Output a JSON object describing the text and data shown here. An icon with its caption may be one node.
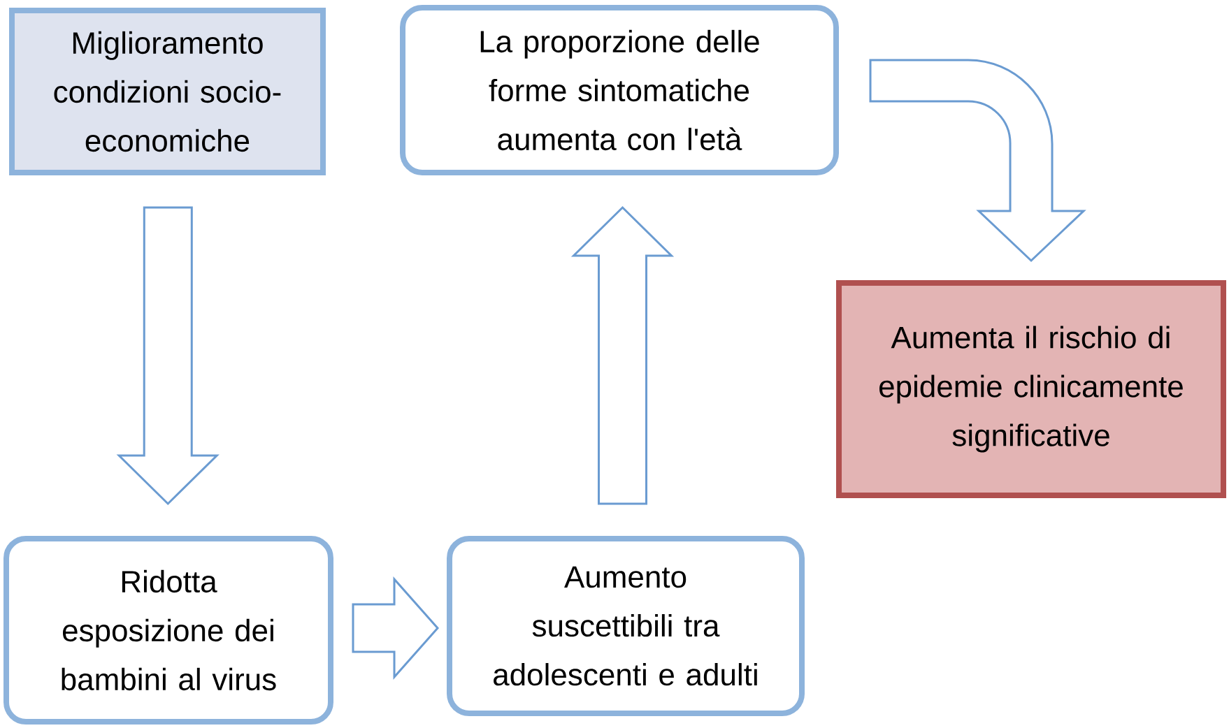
{
  "diagram": {
    "nodes": [
      {
        "text": [
          "Miglioramento condizioni socio-economiche"
        ]
      },
      {
        "text": [
          "La proporzione delle forme sintomatiche aumenta con l'età"
        ]
      },
      {
        "text": [
          "Aumenta il rischio di epidemie clinicamente significative"
        ]
      },
      {
        "text": [
          "Ridotta esposizione dei bambini al virus"
        ]
      },
      {
        "text": [
          "Aumento suscettibili tra adolescenti e adulti"
        ]
      }
    ],
    "edges": [
      {
        "from": 0,
        "to": 3,
        "arrow": "to"
      },
      {
        "from": 3,
        "to": 4,
        "arrow": "to"
      },
      {
        "from": 4,
        "to": 1,
        "arrow": "to"
      },
      {
        "from": 1,
        "to": 2,
        "arrow": "to"
      }
    ]
  }
}
